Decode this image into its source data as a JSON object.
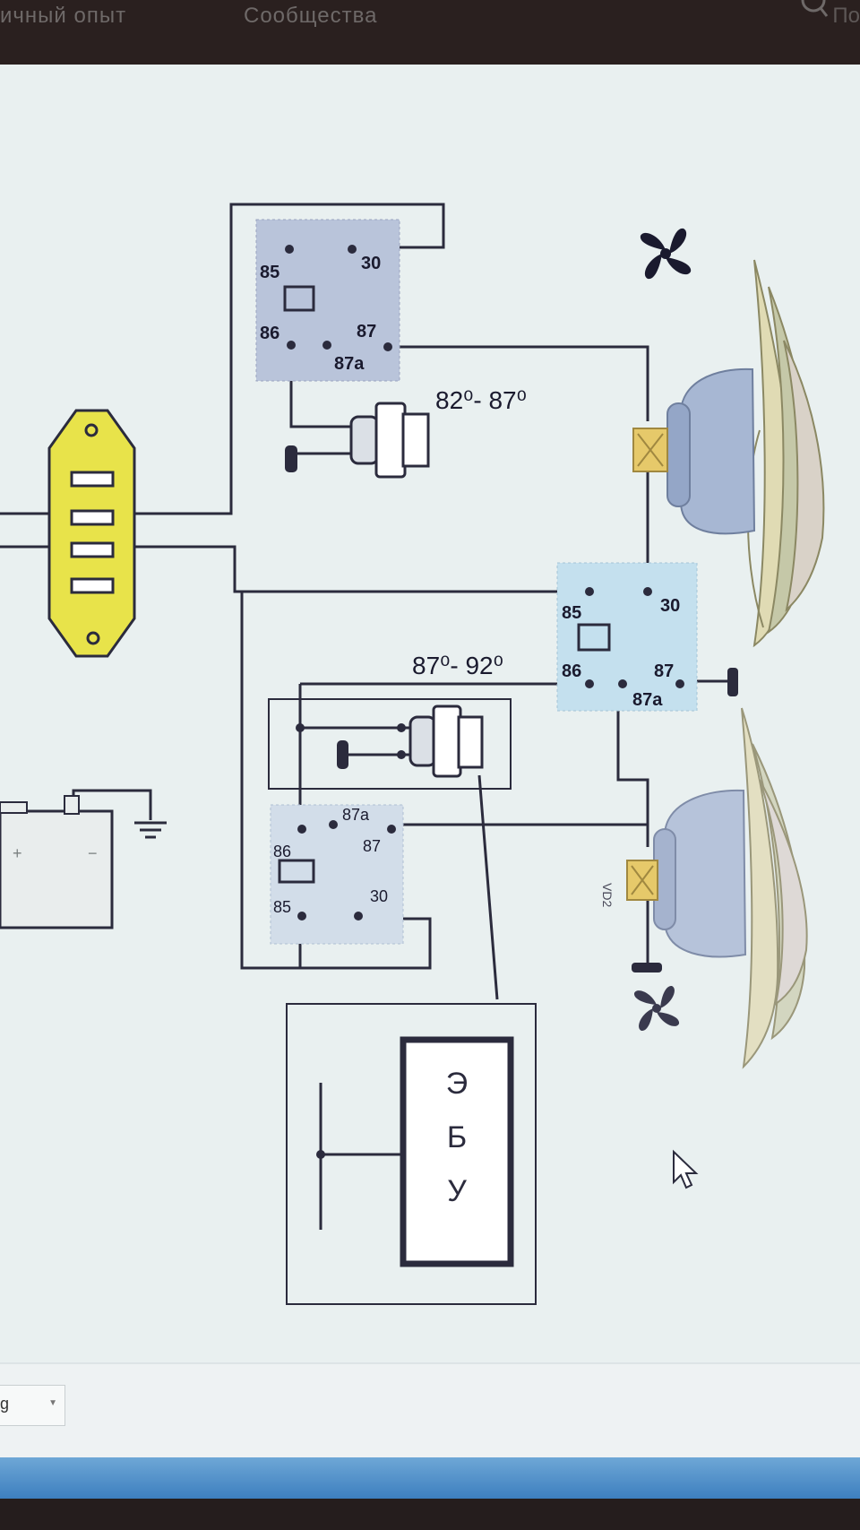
{
  "nav": {
    "item_left": "ичный опыт",
    "item_communities": "Сообщества",
    "item_right": "По"
  },
  "diagram": {
    "relay1": {
      "pin85": "85",
      "pin86": "86",
      "pin30": "30",
      "pin87": "87",
      "pin87a": "87a"
    },
    "relay2": {
      "pin85": "85",
      "pin86": "86",
      "pin30": "30",
      "pin87": "87",
      "pin87a": "87a"
    },
    "relay3": {
      "pin86": "86",
      "pin85": "85",
      "pin30": "30",
      "pin87": "87",
      "pin87a": "87a"
    },
    "temp_switch_1_range": "82⁰- 87⁰",
    "temp_switch_2_range": "87⁰- 92⁰",
    "ecu_label": [
      "Э",
      "Б",
      "У"
    ],
    "diode_label": "VD2"
  },
  "footer": {
    "select_value": "g"
  },
  "colors": {
    "relay_fill": "#b9c4da",
    "relay2_fill": "#c4e0ee",
    "fuse_block": "#e8e34a",
    "wire": "#2b2b3d",
    "fan_motor": "#a7b7d3",
    "connector": "#e6c96a"
  }
}
